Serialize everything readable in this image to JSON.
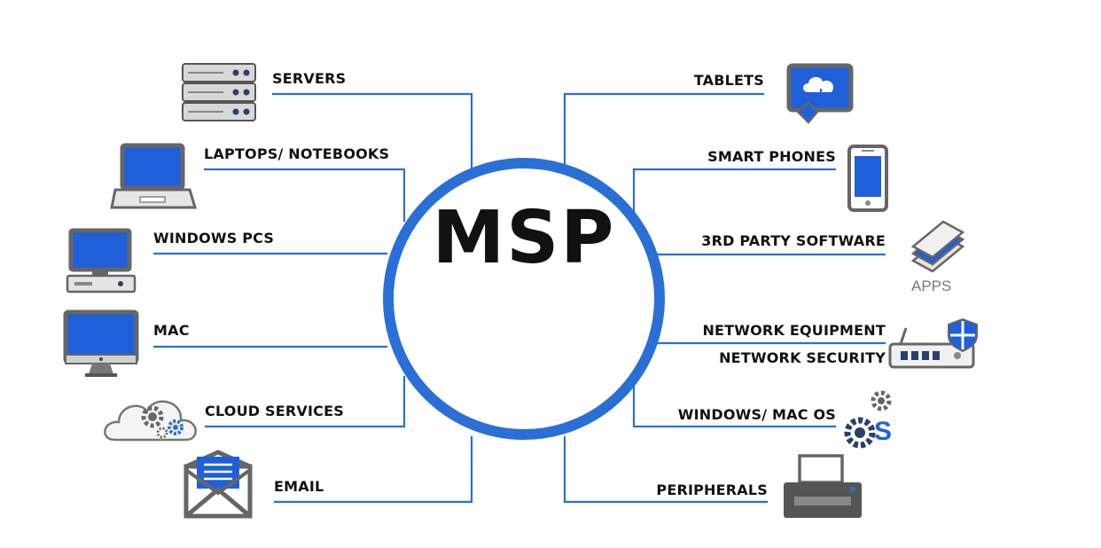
{
  "center": {
    "label": "MSP"
  },
  "colors": {
    "accent": "#2a6fd6",
    "screen": "#1f5fd9",
    "line": "#2a6fd6",
    "device": "#6f6f6f"
  },
  "left_items": [
    {
      "label": "SERVERS",
      "icon": "server-rack-icon"
    },
    {
      "label": "LAPTOPS/ NOTEBOOKS",
      "icon": "laptop-icon"
    },
    {
      "label": "WINDOWS PCS",
      "icon": "desktop-pc-icon"
    },
    {
      "label": "MAC",
      "icon": "imac-monitor-icon"
    },
    {
      "label": "CLOUD SERVICES",
      "icon": "cloud-gears-icon"
    },
    {
      "label": "EMAIL",
      "icon": "envelope-icon"
    }
  ],
  "right_items": [
    {
      "label": "TABLETS",
      "icon": "tablet-cloud-icon"
    },
    {
      "label": "SMART PHONES",
      "icon": "smartphone-icon"
    },
    {
      "label": "3RD PARTY SOFTWARE",
      "icon": "apps-stack-icon",
      "icon_caption": "APPS"
    },
    {
      "label": "NETWORK EQUIPMENT",
      "label2": "NETWORK SECURITY",
      "icon": "router-shield-icon"
    },
    {
      "label": "WINDOWS/ MAC OS",
      "icon": "os-gears-icon"
    },
    {
      "label": "PERIPHERALS",
      "icon": "printer-icon"
    }
  ]
}
